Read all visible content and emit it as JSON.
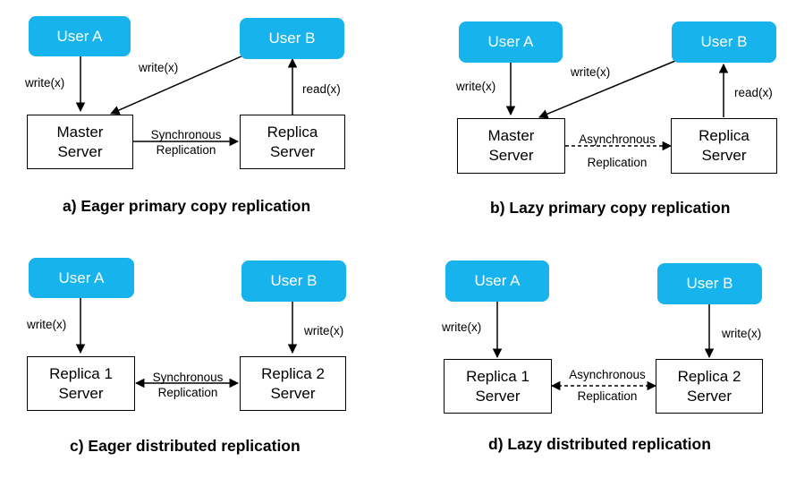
{
  "diagrams": [
    {
      "caption": "a) Eager primary copy replication",
      "user_a": "User A",
      "user_b": "User B",
      "left_server": [
        "Master",
        "Server"
      ],
      "right_server": [
        "Replica",
        "Server"
      ],
      "write_a": "write(x)",
      "write_b": "write(x)",
      "read_b": "read(x)",
      "replication": [
        "Synchronous",
        "Replication"
      ]
    },
    {
      "caption": "b) Lazy primary copy replication",
      "user_a": "User A",
      "user_b": "User B",
      "left_server": [
        "Master",
        "Server"
      ],
      "right_server": [
        "Replica",
        "Server"
      ],
      "write_a": "write(x)",
      "write_b": "write(x)",
      "read_b": "read(x)",
      "replication": [
        "Asynchronous",
        "Replication"
      ]
    },
    {
      "caption": "c) Eager distributed replication",
      "user_a": "User A",
      "user_b": "User B",
      "left_server": [
        "Replica 1",
        "Server"
      ],
      "right_server": [
        "Replica 2",
        "Server"
      ],
      "write_a": "write(x)",
      "write_b": "write(x)",
      "replication": [
        "Synchronous",
        "Replication"
      ]
    },
    {
      "caption": "d) Lazy distributed replication",
      "user_a": "User A",
      "user_b": "User B",
      "left_server": [
        "Replica 1",
        "Server"
      ],
      "right_server": [
        "Replica 2",
        "Server"
      ],
      "write_a": "write(x)",
      "write_b": "write(x)",
      "replication": [
        "Asynchronous",
        "Replication"
      ]
    }
  ],
  "colors": {
    "user_box": "#16b3ec",
    "line": "#000000"
  }
}
